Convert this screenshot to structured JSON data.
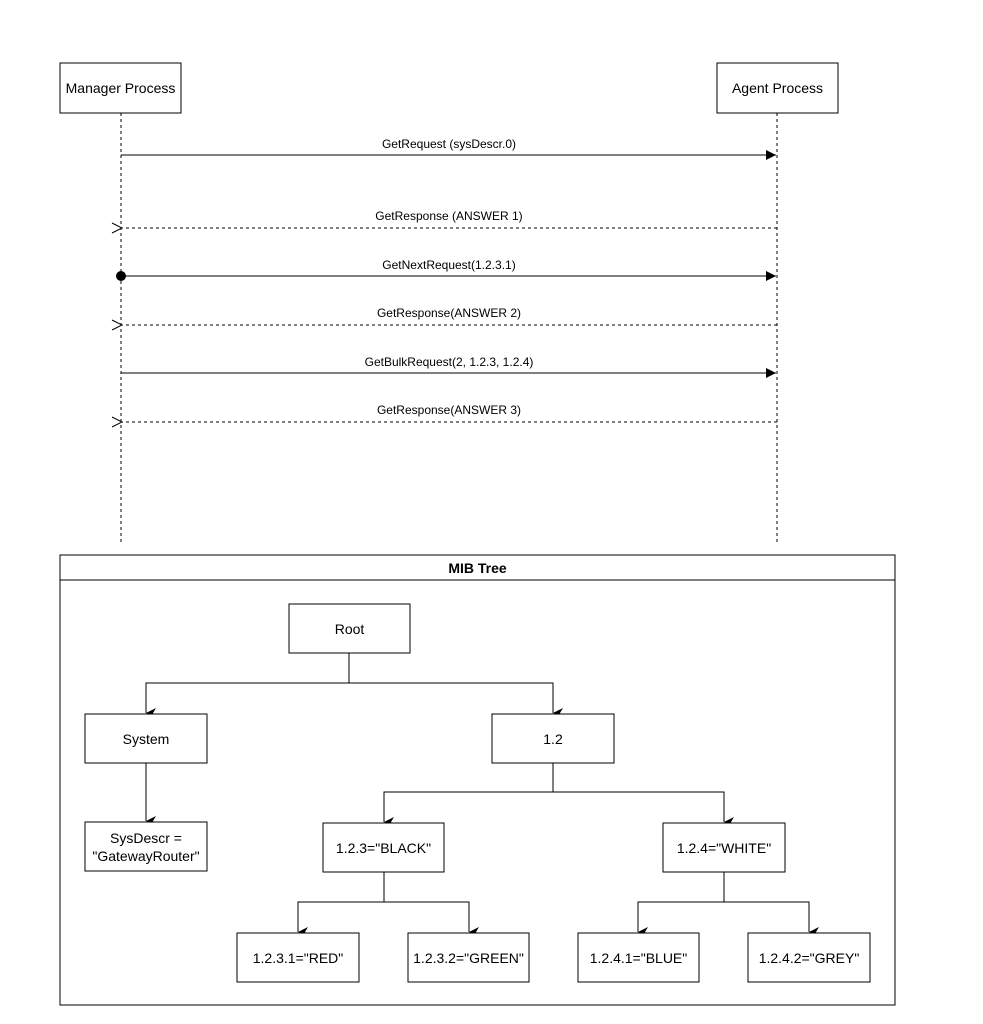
{
  "sequence": {
    "participants": [
      {
        "name": "Manager Process"
      },
      {
        "name": "Agent Process"
      }
    ],
    "messages": [
      {
        "label": "GetRequest (sysDescr.0)",
        "direction": "manager-to-agent",
        "style": "solid"
      },
      {
        "label": "GetResponse (ANSWER 1)",
        "direction": "agent-to-manager",
        "style": "dashed"
      },
      {
        "label": "GetNextRequest(1.2.3.1)",
        "direction": "manager-to-agent",
        "style": "solid"
      },
      {
        "label": "GetResponse(ANSWER 2)",
        "direction": "agent-to-manager",
        "style": "dashed"
      },
      {
        "label": "GetBulkRequest(2, 1.2.3, 1.2.4)",
        "direction": "manager-to-agent",
        "style": "solid"
      },
      {
        "label": "GetResponse(ANSWER 3)",
        "direction": "agent-to-manager",
        "style": "dashed"
      }
    ]
  },
  "mib_tree": {
    "title": "MIB Tree",
    "nodes": {
      "root": "Root",
      "system": "System",
      "n12": "1.2",
      "sysdescr_line1": "SysDescr =",
      "sysdescr_line2": "\"GatewayRouter\"",
      "n123": "1.2.3=\"BLACK\"",
      "n124": "1.2.4=\"WHITE\"",
      "n1231": "1.2.3.1=\"RED\"",
      "n1232": "1.2.3.2=\"GREEN\"",
      "n1241": "1.2.4.1=\"BLUE\"",
      "n1242": "1.2.4.2=\"GREY\""
    }
  }
}
